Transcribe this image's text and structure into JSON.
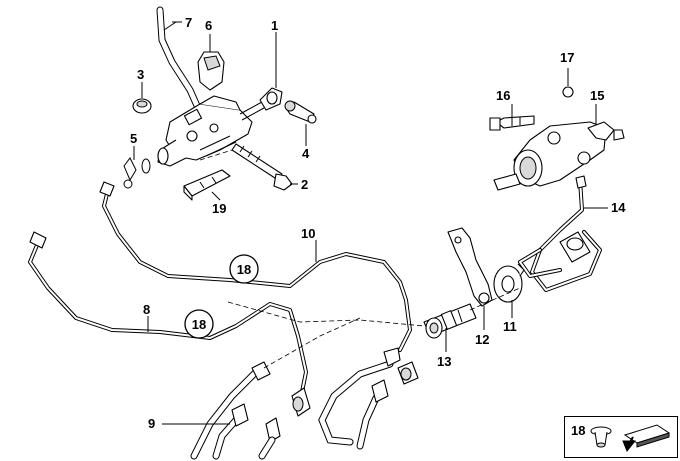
{
  "callouts": {
    "c1": "1",
    "c2": "2",
    "c3": "3",
    "c4": "4",
    "c5": "5",
    "c6": "6",
    "c7": "7",
    "c8": "8",
    "c9": "9",
    "c10": "10",
    "c11": "11",
    "c12": "12",
    "c13": "13",
    "c14": "14",
    "c15": "15",
    "c16": "16",
    "c17": "17",
    "c18a": "18",
    "c18b": "18",
    "c19": "19"
  },
  "legend": {
    "label": "18"
  },
  "colors": {
    "ink": "#000000",
    "background": "#ffffff"
  }
}
